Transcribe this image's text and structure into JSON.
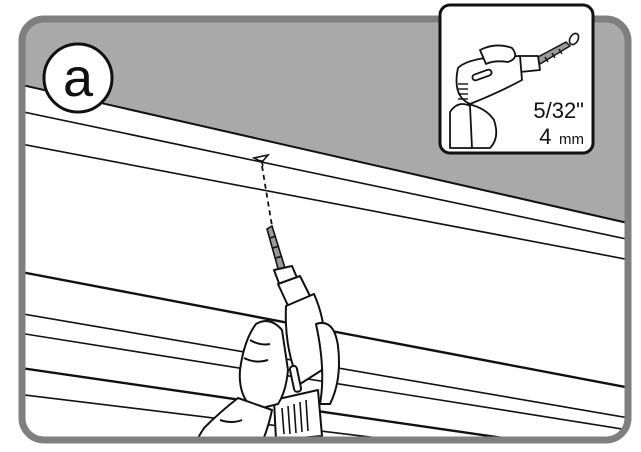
{
  "step": {
    "label": "a"
  },
  "inset": {
    "size_inch": "5/32\"",
    "size_metric_value": "4",
    "size_metric_unit": "mm"
  },
  "colors": {
    "frame": "#7f7f7f",
    "ceiling": "#a9a9a9",
    "line": "#111111",
    "paper": "#ffffff"
  },
  "icons": [
    "drill-icon",
    "drill-bit-icon",
    "hand-icon",
    "screw-icon",
    "hole-icon"
  ]
}
